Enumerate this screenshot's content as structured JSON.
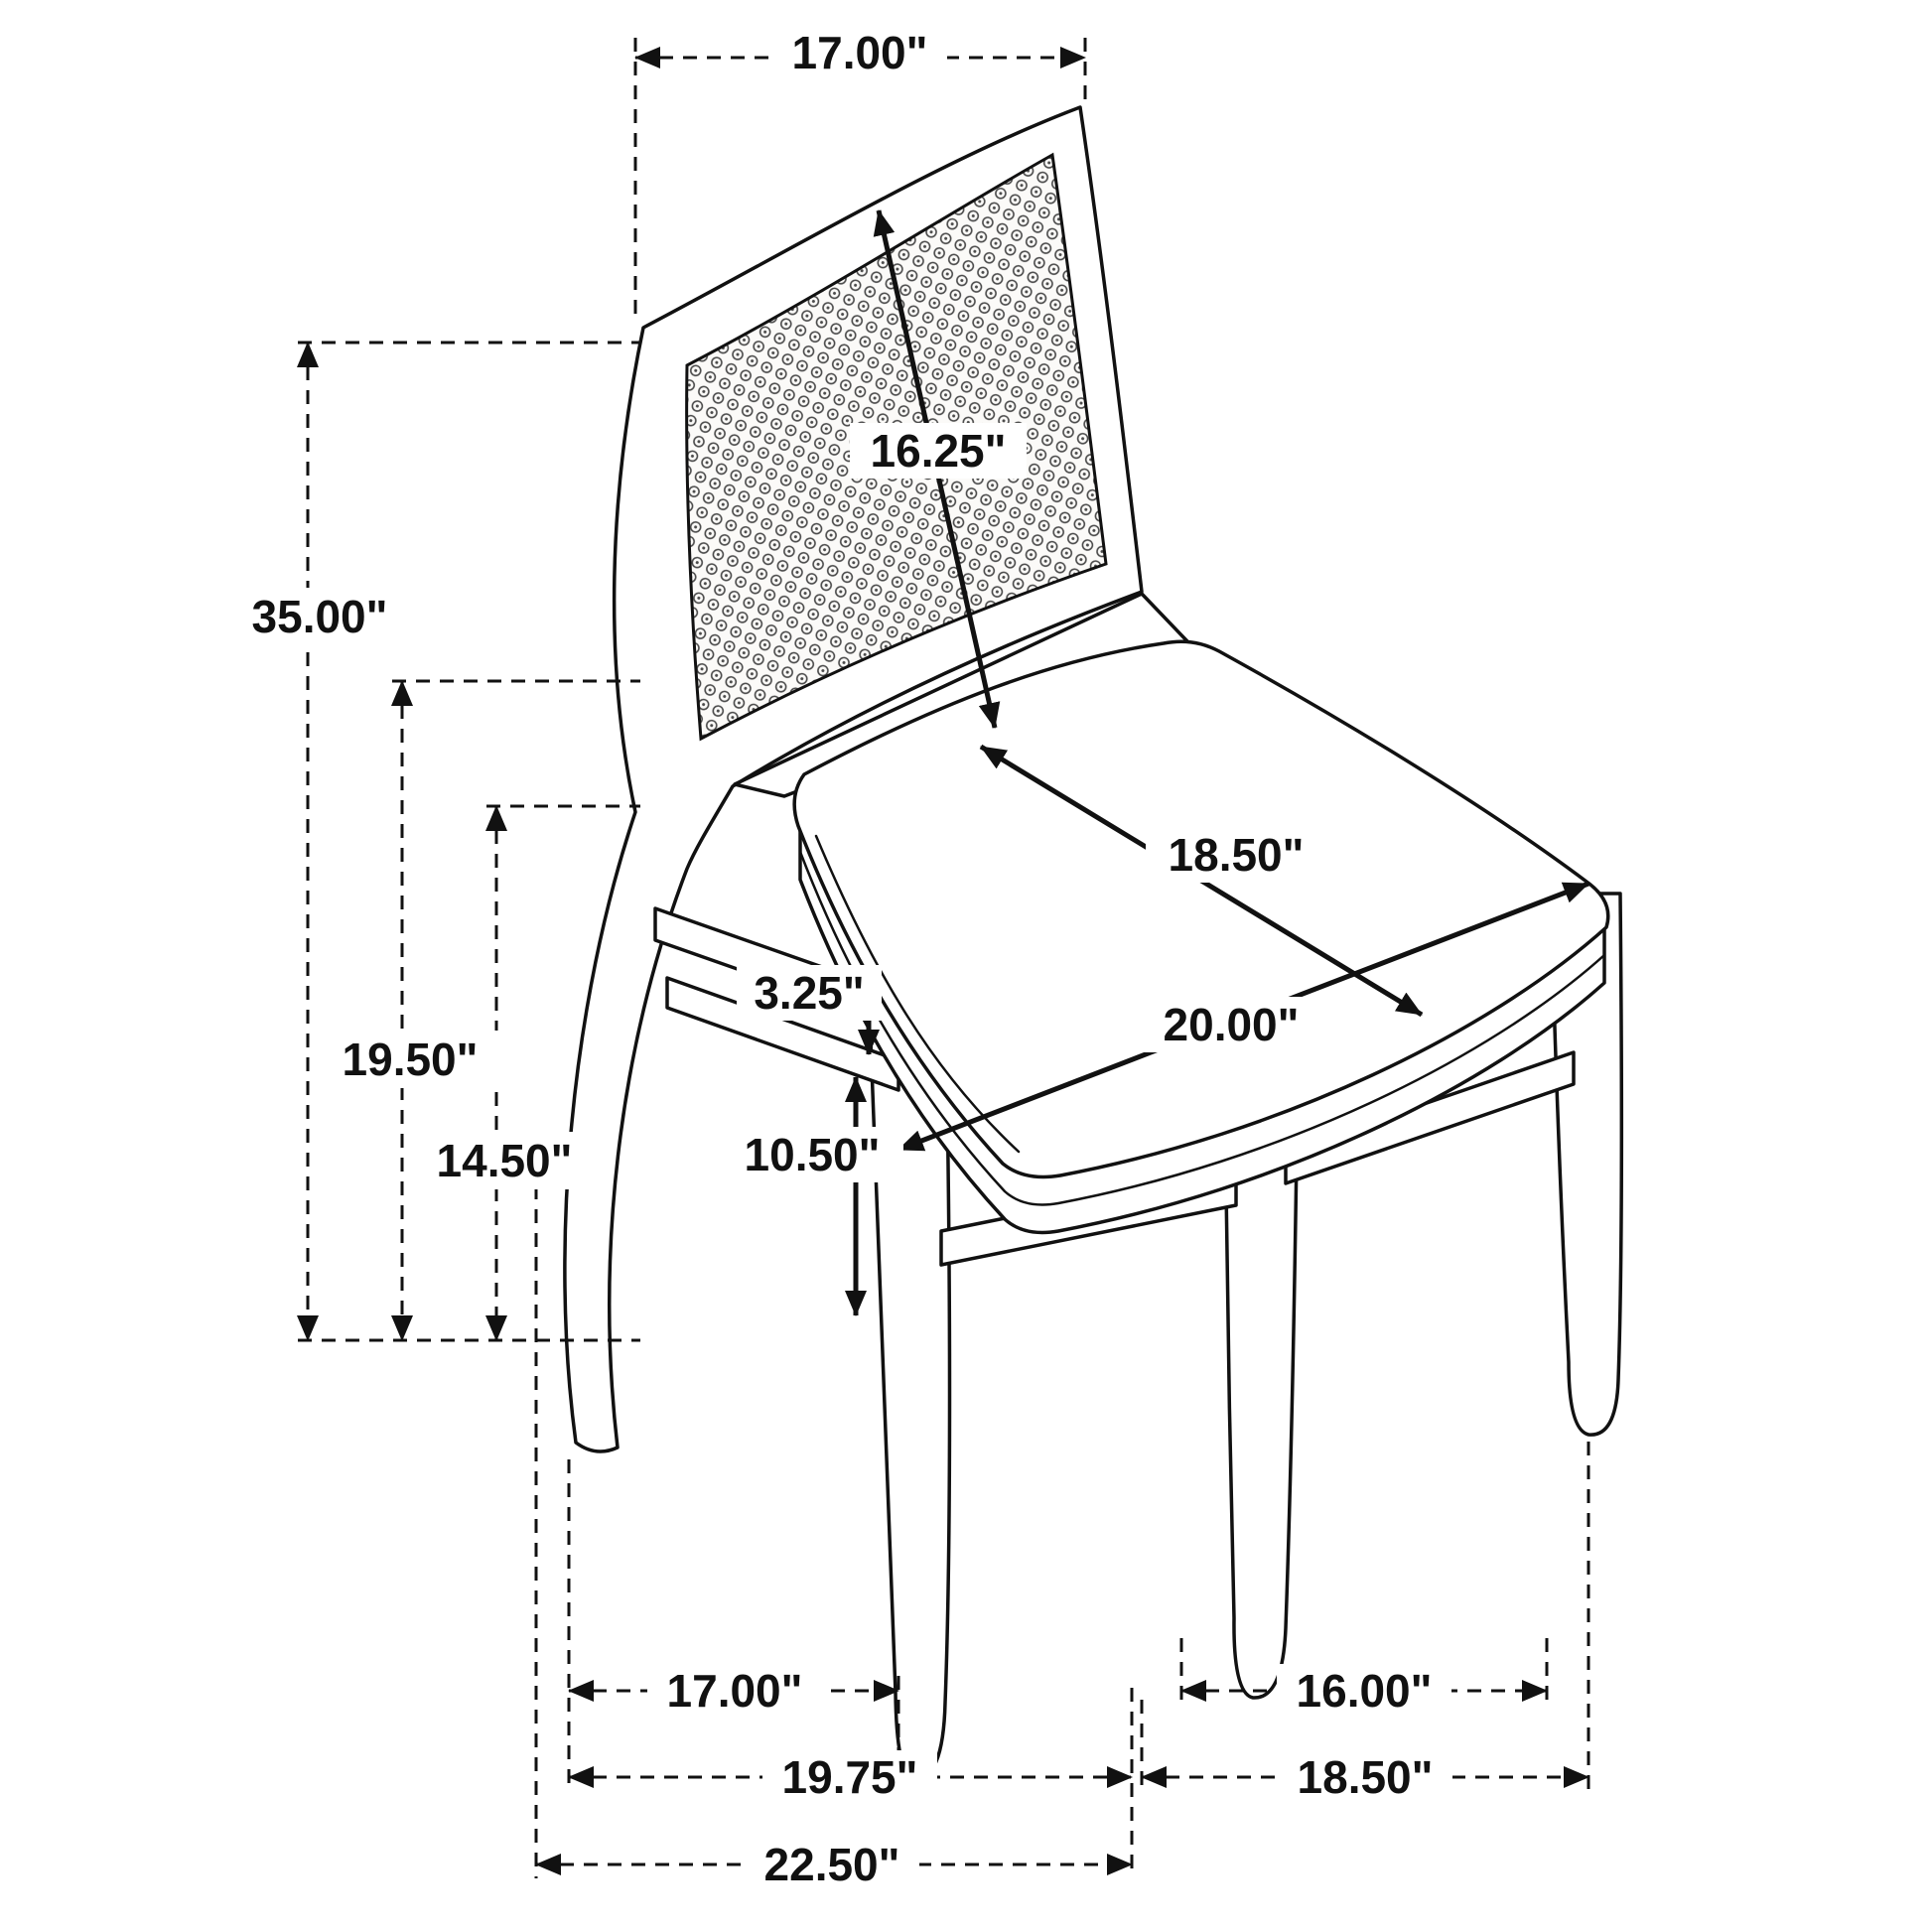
{
  "diagram": {
    "name": "dining-chair-dimension-diagram",
    "line_color": "#111111",
    "background": "#ffffff",
    "dims": {
      "top_width": "17.00\"",
      "back_height": "16.25\"",
      "overall_height": "35.00\"",
      "back_post_height": "19.50\"",
      "seat_height": "14.50\"",
      "seat_depth": "18.50\"",
      "seat_width": "20.00\"",
      "stretcher_gap": "3.25\"",
      "leg_clearance": "10.50\"",
      "front_leg_spacing": "17.00\"",
      "side_leg_spacing": "16.00\"",
      "footprint_width": "19.75\"",
      "footprint_depth": "18.50\"",
      "overall_width": "22.50\""
    }
  }
}
